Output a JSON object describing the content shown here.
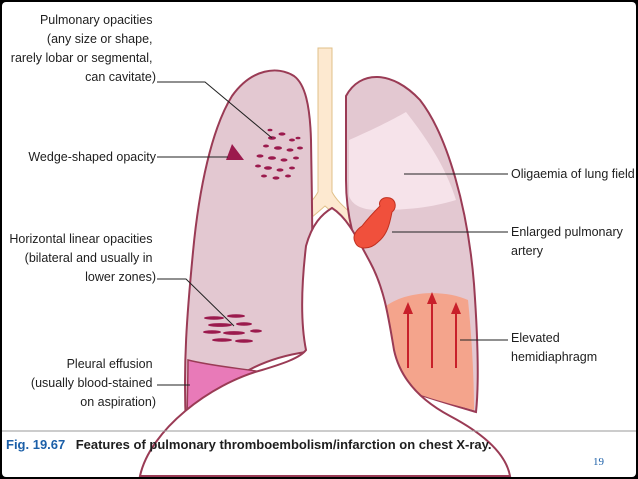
{
  "labels": {
    "pulmonary_opacities": [
      "Pulmonary opacities",
      "(any size or shape,",
      "rarely lobar or segmental,",
      "can cavitate)"
    ],
    "wedge_opacity": [
      "Wedge-shaped opacity"
    ],
    "horizontal_linear": [
      "Horizontal linear opacities",
      "(bilateral and usually in",
      "lower zones)"
    ],
    "pleural_effusion": [
      "Pleural effusion",
      "(usually blood-stained",
      "on aspiration)"
    ],
    "oligaemia": [
      "Oligaemia of lung field"
    ],
    "enlarged_artery": [
      "Enlarged pulmonary",
      "artery"
    ],
    "elevated_hemidiaphragm": [
      "Elevated",
      "hemidiaphragm"
    ]
  },
  "caption": {
    "figure_number": "Fig. 19.67",
    "text": "Features of pulmonary thromboembolism/infarction on chest X-ray."
  },
  "page_number": "19",
  "colors": {
    "lung_fill": "#e3c8d1",
    "lung_outline": "#9a3b55",
    "oligaemia_fill": "#f6e3ea",
    "trachea_fill": "#fde9d0",
    "artery_fill": "#f0503c",
    "hemidiaphragm_fill": "#f4a48c",
    "effusion_fill": "#e87ab8",
    "opacity_marks": "#9b1a4d",
    "arrow_color": "#c8202a",
    "caption_blue": "#1b5fa8"
  }
}
